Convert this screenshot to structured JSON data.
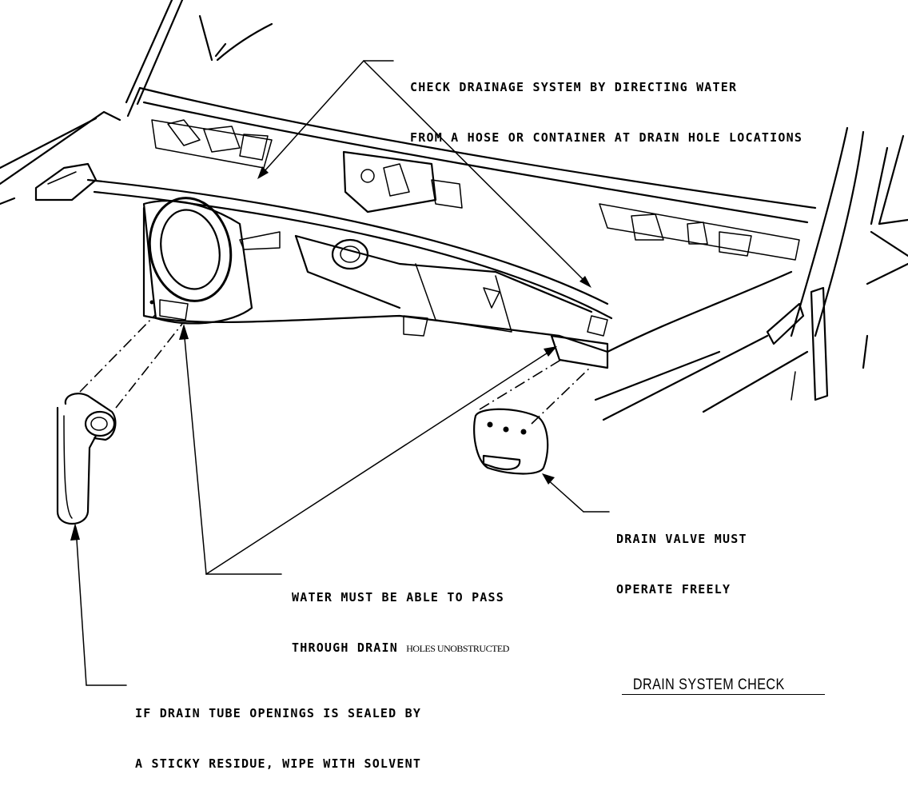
{
  "figure": {
    "title": "DRAIN SYSTEM CHECK"
  },
  "callouts": {
    "check_drainage_line1": "CHECK DRAINAGE SYSTEM BY DIRECTING WATER",
    "check_drainage_line2": "FROM A HOSE OR CONTAINER AT DRAIN HOLE LOCATIONS",
    "drain_valve_line1": "DRAIN VALVE MUST",
    "drain_valve_line2": "OPERATE FREELY",
    "water_pass_line1": "WATER MUST BE ABLE TO PASS",
    "water_pass_line2a": "THROUGH DRAIN ",
    "water_pass_line2b": "HOLES UNOBSTRUCTED",
    "drain_tube_line1": "IF DRAIN TUBE OPENINGS IS SEALED BY",
    "drain_tube_line2": "A STICKY RESIDUE, WIPE WITH SOLVENT"
  }
}
